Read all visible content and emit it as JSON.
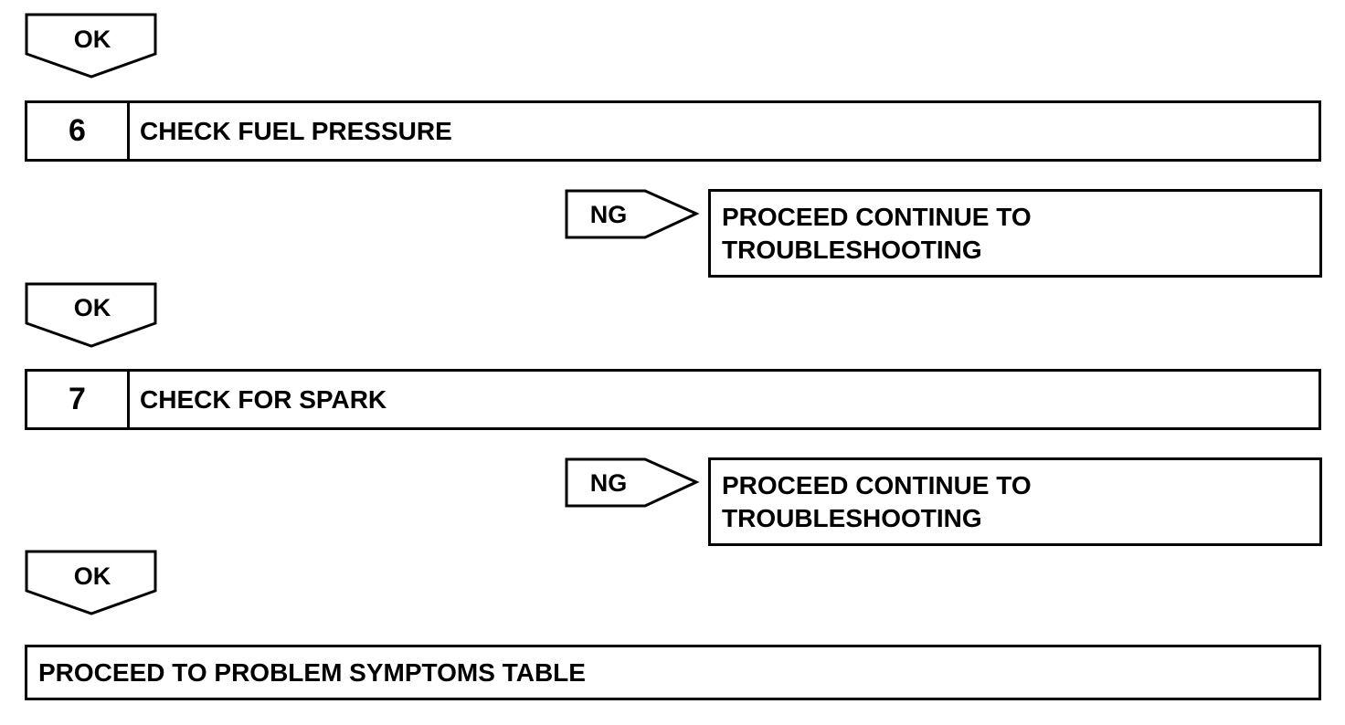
{
  "flow": {
    "ok_arrow_1": {
      "label": "OK"
    },
    "step_6": {
      "number": "6",
      "title": "CHECK FUEL PRESSURE",
      "ng_label": "NG",
      "ng_result_line1": "PROCEED CONTINUE TO",
      "ng_result_line2": "TROUBLESHOOTING"
    },
    "ok_arrow_2": {
      "label": "OK"
    },
    "step_7": {
      "number": "7",
      "title": "CHECK FOR SPARK",
      "ng_label": "NG",
      "ng_result_line1": "PROCEED CONTINUE TO",
      "ng_result_line2": "TROUBLESHOOTING"
    },
    "ok_arrow_3": {
      "label": "OK"
    },
    "final_result": "PROCEED TO PROBLEM SYMPTOMS TABLE"
  },
  "colors": {
    "line": "#000000",
    "background": "#ffffff"
  }
}
